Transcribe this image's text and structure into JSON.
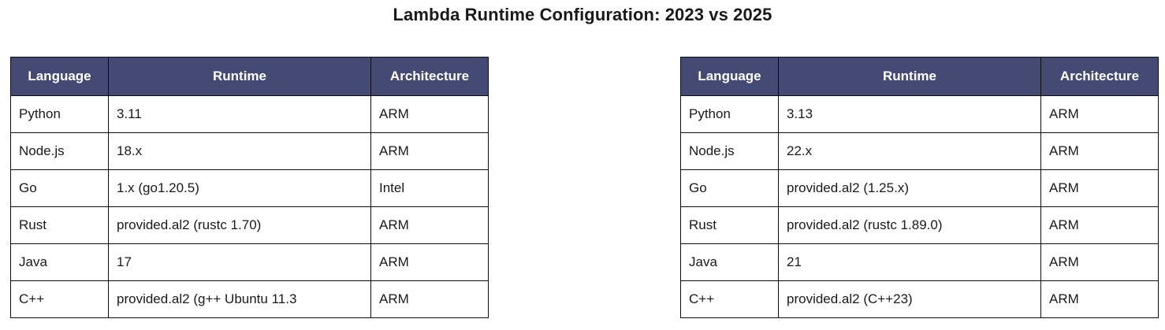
{
  "page": {
    "title": "Lambda Runtime Configuration: 2023 vs 2025",
    "background_color": "#ffffff",
    "header_color": "#454a75",
    "header_text_color": "#ffffff",
    "body_text_color": "#1a1a1a",
    "border_color": "#0e0e0e"
  },
  "tables": [
    {
      "id": "table-2023",
      "position": "left",
      "columns": [
        "Language",
        "Runtime",
        "Architecture"
      ],
      "rows": [
        {
          "language": "Python",
          "runtime": "3.11",
          "architecture": "ARM"
        },
        {
          "language": "Node.js",
          "runtime": "18.x",
          "architecture": "ARM"
        },
        {
          "language": "Go",
          "runtime": "1.x (go1.20.5)",
          "architecture": "Intel"
        },
        {
          "language": "Rust",
          "runtime": "provided.al2 (rustc 1.70)",
          "architecture": "ARM"
        },
        {
          "language": "Java",
          "runtime": "17",
          "architecture": "ARM"
        },
        {
          "language": "C++",
          "runtime": "provided.al2 (g++ Ubuntu 11.3",
          "architecture": "ARM"
        }
      ]
    },
    {
      "id": "table-2025",
      "position": "right",
      "columns": [
        "Language",
        "Runtime",
        "Architecture"
      ],
      "rows": [
        {
          "language": "Python",
          "runtime": "3.13",
          "architecture": "ARM"
        },
        {
          "language": "Node.js",
          "runtime": "22.x",
          "architecture": "ARM"
        },
        {
          "language": "Go",
          "runtime": "provided.al2 (1.25.x)",
          "architecture": "ARM"
        },
        {
          "language": "Rust",
          "runtime": "provided.al2 (rustc 1.89.0)",
          "architecture": "ARM"
        },
        {
          "language": "Java",
          "runtime": "21",
          "architecture": "ARM"
        },
        {
          "language": "C++",
          "runtime": "provided.al2 (C++23)",
          "architecture": "ARM"
        }
      ]
    }
  ]
}
